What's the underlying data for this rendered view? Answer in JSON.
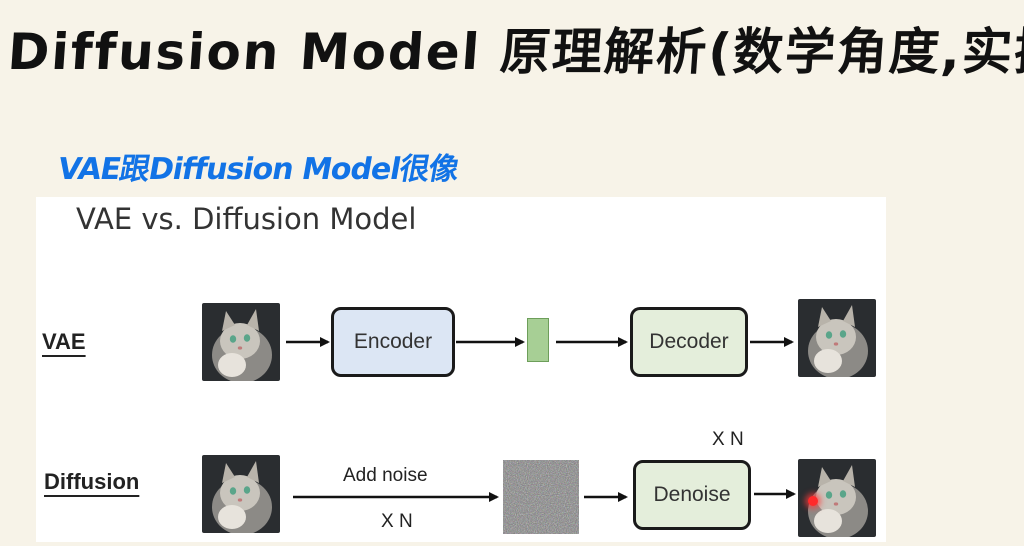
{
  "header": {
    "handwritten_title": "Diffusion Model 原理解析(数学角度,实操方面)",
    "handwritten_note": "VAE跟Diffusion Model很像"
  },
  "slide": {
    "title": "VAE vs. Diffusion Model",
    "vae": {
      "label": "VAE",
      "encoder": "Encoder",
      "decoder": "Decoder"
    },
    "diffusion": {
      "label": "Diffusion",
      "add_noise": "Add noise",
      "repeat_bottom": "X N",
      "denoise": "Denoise",
      "repeat_top": "X N"
    }
  },
  "colors": {
    "encoder_fill": "#dce6f4",
    "decoder_fill": "#e4eedb",
    "denoise_fill": "#e4eedb",
    "latent_fill": "#a7cf95",
    "note_blue": "#1273e6",
    "pointer_red": "#ff2a2a"
  },
  "icons": [
    "cat-image",
    "noise-image",
    "red-pointer-dot"
  ]
}
